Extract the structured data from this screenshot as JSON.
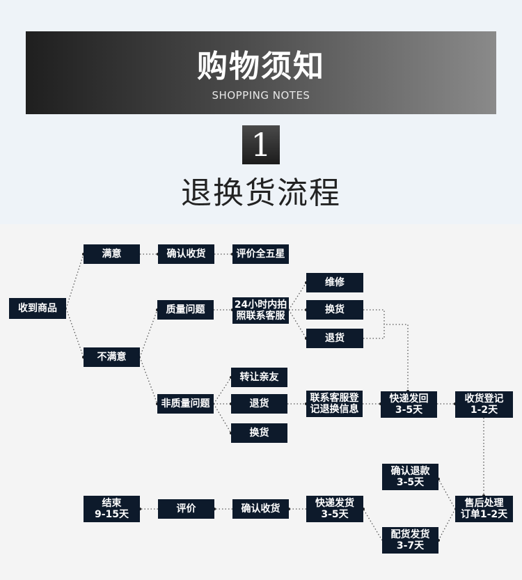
{
  "header": {
    "title": "购物须知",
    "subtitle": "SHOPPING NOTES"
  },
  "section": {
    "number": "1",
    "title": "退换货流程"
  },
  "nodes": {
    "received": "收到商品",
    "satisfied": "满意",
    "confirm_receipt_top": "确认收货",
    "five_star": "评价全五星",
    "unsatisfied": "不满意",
    "quality_issue": "质量问题",
    "contact_24h": "24小时内拍\n照联系客服",
    "repair": "维修",
    "exchange_q": "换货",
    "return_q": "退货",
    "non_quality_issue": "非质量问题",
    "transfer_friend": "转让亲友",
    "return_nq": "退货",
    "exchange_nq": "换货",
    "contact_register": "联系客服登\n记退换信息",
    "express_return": "快递发回\n3-5天",
    "receive_register": "收货登记\n1-2天",
    "confirm_refund": "确认退款\n3-5天",
    "after_sale": "售后处理\n订单1-2天",
    "restock": "配货发货\n3-7天",
    "express_ship": "快递发货\n3-5天",
    "confirm_receipt_bottom": "确认收货",
    "review": "评价",
    "end": "结束\n9-15天"
  }
}
